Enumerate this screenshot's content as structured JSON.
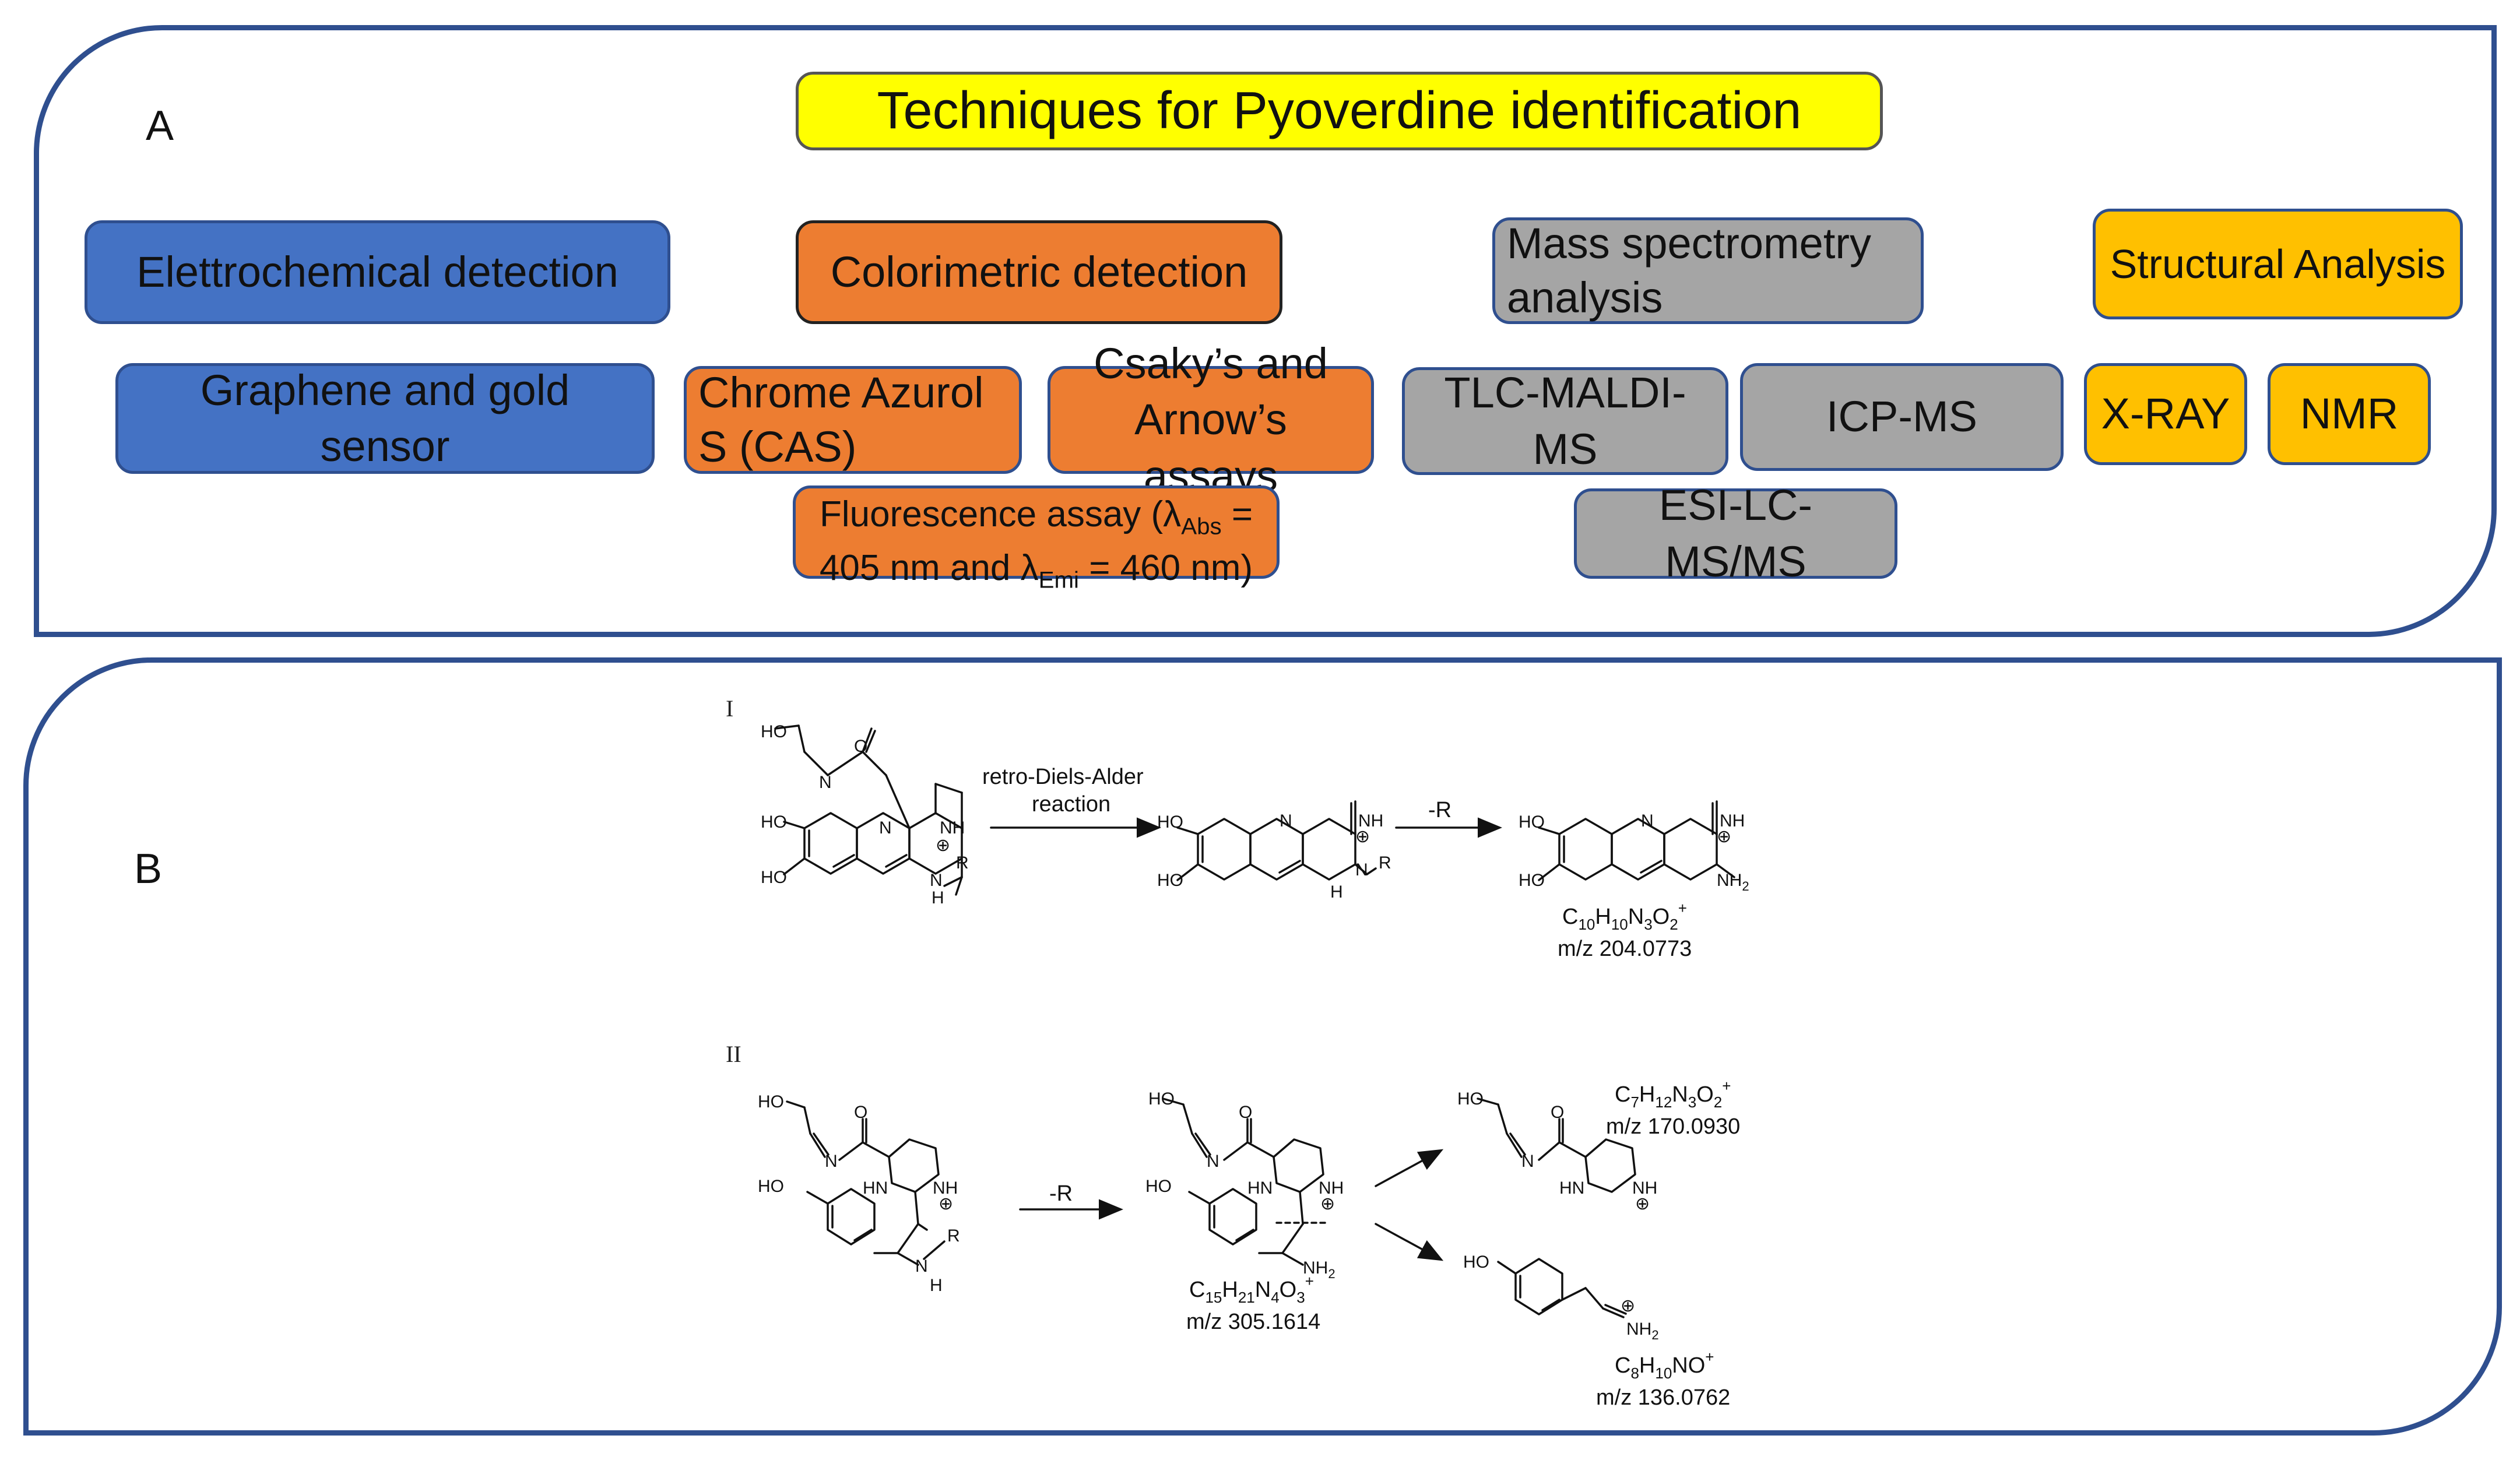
{
  "panel_a": {
    "label": "A",
    "title": "Techniques for Pyoverdine identification",
    "colors": {
      "electrochemical": "#4472c4",
      "colorimetric": "#ed7d31",
      "mass_spec": "#a5a5a5",
      "structural": "#ffc000",
      "title": "#ffff00",
      "frame": "#2f4f8f"
    },
    "categories": {
      "electrochemical": "Elettrochemical detection",
      "colorimetric": "Colorimetric detection",
      "mass_spec": "Mass spectrometry analysis",
      "structural": "Structural Analysis"
    },
    "methods": {
      "graphene": "Graphene and gold sensor",
      "cas": "Chrome Azurol S (CAS)",
      "csaky": "Csaky’s and Arnow’s assays",
      "fluor_pre": "Fluorescence assay (λ",
      "fluor_abs": "Abs",
      "fluor_mid": " = 405 nm and λ",
      "fluor_emi": "Emi",
      "fluor_post": " = 460 nm)",
      "tlc": "TLC-MALDI-MS",
      "icp": "ICP-MS",
      "esi": "ESI-LC-MS/MS",
      "xray": "X-RAY",
      "nmr": "NMR"
    }
  },
  "panel_b": {
    "label": "B",
    "route_1": {
      "numeral": "I",
      "reaction_line1": "retro-Diels-Alder",
      "reaction_line2": "reaction",
      "step2": "-R",
      "product_formula": {
        "c": "10",
        "h": "10",
        "n": "3",
        "o": "2"
      },
      "product_mz": "m/z 204.0773"
    },
    "route_2": {
      "numeral": "II",
      "step1": "-R",
      "intermediate_formula": {
        "c": "15",
        "h": "21",
        "n": "4",
        "o": "3"
      },
      "intermediate_mz": "m/z 305.1614",
      "fragment1_formula": {
        "c": "7",
        "h": "12",
        "n": "3",
        "o": "2"
      },
      "fragment1_mz": "m/z 170.0930",
      "fragment2_formula": {
        "c": "8",
        "h": "10"
      },
      "fragment2_mz": "m/z 136.0762"
    },
    "atoms": {
      "ho": "HO",
      "o": "O",
      "n": "N",
      "nh": "NH",
      "hn": "HN",
      "h": "H",
      "r": "R",
      "nh2": "NH",
      "two": "2",
      "plus": "+",
      "charge": "⊕"
    }
  }
}
